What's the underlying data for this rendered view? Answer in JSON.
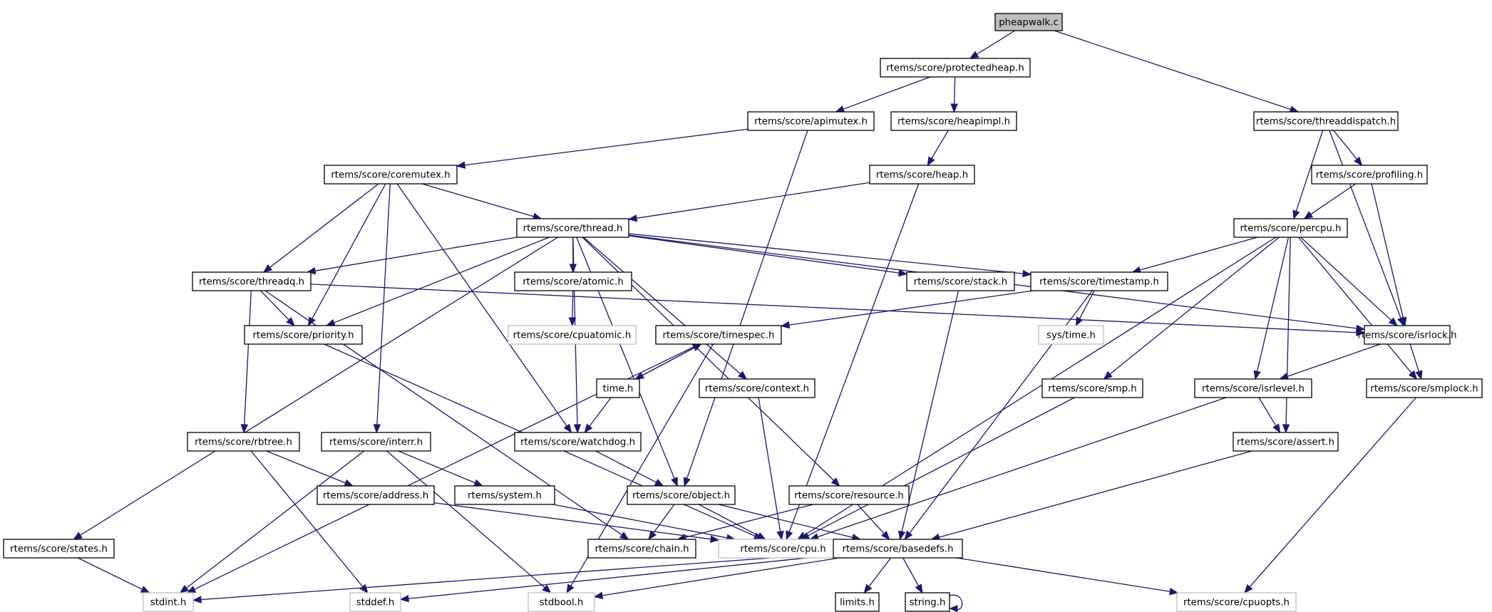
{
  "title": "pheapwalk.c include dependency graph",
  "colors": {
    "edge": "#191970",
    "root_fill": "#bfbfbf",
    "node_border": "#000000",
    "external_border": "#bfbfbf"
  },
  "nodes": [
    {
      "id": "pheapwalk",
      "label": "pheapwalk.c",
      "kind": "root"
    },
    {
      "id": "protectedheap",
      "label": "rtems/score/protectedheap.h",
      "kind": "internal"
    },
    {
      "id": "threaddispatch",
      "label": "rtems/score/threaddispatch.h",
      "kind": "internal"
    },
    {
      "id": "apimutex",
      "label": "rtems/score/apimutex.h",
      "kind": "internal"
    },
    {
      "id": "heapimpl",
      "label": "rtems/score/heapimpl.h",
      "kind": "internal"
    },
    {
      "id": "coremutex",
      "label": "rtems/score/coremutex.h",
      "kind": "internal"
    },
    {
      "id": "heap",
      "label": "rtems/score/heap.h",
      "kind": "internal"
    },
    {
      "id": "profiling",
      "label": "rtems/score/profiling.h",
      "kind": "internal"
    },
    {
      "id": "thread",
      "label": "rtems/score/thread.h",
      "kind": "internal"
    },
    {
      "id": "percpu",
      "label": "rtems/score/percpu.h",
      "kind": "internal"
    },
    {
      "id": "threadq",
      "label": "rtems/score/threadq.h",
      "kind": "internal"
    },
    {
      "id": "atomic",
      "label": "rtems/score/atomic.h",
      "kind": "internal"
    },
    {
      "id": "stack",
      "label": "rtems/score/stack.h",
      "kind": "internal"
    },
    {
      "id": "timestamp",
      "label": "rtems/score/timestamp.h",
      "kind": "internal"
    },
    {
      "id": "priority",
      "label": "rtems/score/priority.h",
      "kind": "internal"
    },
    {
      "id": "cpuatomic",
      "label": "rtems/score/cpuatomic.h",
      "kind": "external"
    },
    {
      "id": "timespec",
      "label": "rtems/score/timespec.h",
      "kind": "internal"
    },
    {
      "id": "systime",
      "label": "sys/time.h",
      "kind": "external"
    },
    {
      "id": "isrlock",
      "label": "rtems/score/isrlock.h",
      "kind": "internal"
    },
    {
      "id": "timeh",
      "label": "time.h",
      "kind": "internal"
    },
    {
      "id": "context",
      "label": "rtems/score/context.h",
      "kind": "internal"
    },
    {
      "id": "smp",
      "label": "rtems/score/smp.h",
      "kind": "internal"
    },
    {
      "id": "isrlevel",
      "label": "rtems/score/isrlevel.h",
      "kind": "internal"
    },
    {
      "id": "smplock",
      "label": "rtems/score/smplock.h",
      "kind": "internal"
    },
    {
      "id": "rbtree",
      "label": "rtems/score/rbtree.h",
      "kind": "internal"
    },
    {
      "id": "interr",
      "label": "rtems/score/interr.h",
      "kind": "internal"
    },
    {
      "id": "watchdog",
      "label": "rtems/score/watchdog.h",
      "kind": "internal"
    },
    {
      "id": "assert",
      "label": "rtems/score/assert.h",
      "kind": "internal"
    },
    {
      "id": "address",
      "label": "rtems/score/address.h",
      "kind": "internal"
    },
    {
      "id": "system",
      "label": "rtems/system.h",
      "kind": "internal"
    },
    {
      "id": "object",
      "label": "rtems/score/object.h",
      "kind": "internal"
    },
    {
      "id": "resource",
      "label": "rtems/score/resource.h",
      "kind": "internal"
    },
    {
      "id": "states",
      "label": "rtems/score/states.h",
      "kind": "internal"
    },
    {
      "id": "chain",
      "label": "rtems/score/chain.h",
      "kind": "internal"
    },
    {
      "id": "cpu",
      "label": "rtems/score/cpu.h",
      "kind": "external"
    },
    {
      "id": "basedefs",
      "label": "rtems/score/basedefs.h",
      "kind": "internal"
    },
    {
      "id": "stdint",
      "label": "stdint.h",
      "kind": "external"
    },
    {
      "id": "stddef",
      "label": "stddef.h",
      "kind": "external"
    },
    {
      "id": "stdbool",
      "label": "stdbool.h",
      "kind": "external"
    },
    {
      "id": "limits",
      "label": "limits.h",
      "kind": "internal"
    },
    {
      "id": "string",
      "label": "string.h",
      "kind": "internal"
    },
    {
      "id": "cpuopts",
      "label": "rtems/score/cpuopts.h",
      "kind": "external"
    }
  ],
  "edges": [
    [
      "pheapwalk",
      "protectedheap"
    ],
    [
      "pheapwalk",
      "threaddispatch"
    ],
    [
      "protectedheap",
      "apimutex"
    ],
    [
      "protectedheap",
      "heapimpl"
    ],
    [
      "apimutex",
      "coremutex"
    ],
    [
      "apimutex",
      "object"
    ],
    [
      "heapimpl",
      "heap"
    ],
    [
      "heap",
      "thread"
    ],
    [
      "heap",
      "cpu"
    ],
    [
      "threaddispatch",
      "percpu"
    ],
    [
      "threaddispatch",
      "profiling"
    ],
    [
      "threaddispatch",
      "isrlock"
    ],
    [
      "profiling",
      "percpu"
    ],
    [
      "profiling",
      "isrlock"
    ],
    [
      "coremutex",
      "thread"
    ],
    [
      "coremutex",
      "threadq"
    ],
    [
      "coremutex",
      "priority"
    ],
    [
      "coremutex",
      "watchdog"
    ],
    [
      "coremutex",
      "interr"
    ],
    [
      "thread",
      "threadq"
    ],
    [
      "thread",
      "atomic"
    ],
    [
      "thread",
      "stack"
    ],
    [
      "thread",
      "timestamp"
    ],
    [
      "thread",
      "priority"
    ],
    [
      "thread",
      "isrlock"
    ],
    [
      "thread",
      "context"
    ],
    [
      "thread",
      "watchdog"
    ],
    [
      "thread",
      "object"
    ],
    [
      "thread",
      "resource"
    ],
    [
      "thread",
      "states"
    ],
    [
      "percpu",
      "timestamp"
    ],
    [
      "percpu",
      "isrlock"
    ],
    [
      "percpu",
      "smp"
    ],
    [
      "percpu",
      "isrlevel"
    ],
    [
      "percpu",
      "assert"
    ],
    [
      "percpu",
      "smplock"
    ],
    [
      "percpu",
      "cpu"
    ],
    [
      "threadq",
      "priority"
    ],
    [
      "threadq",
      "rbtree"
    ],
    [
      "threadq",
      "chain"
    ],
    [
      "threadq",
      "isrlock"
    ],
    [
      "atomic",
      "cpuatomic"
    ],
    [
      "stack",
      "basedefs"
    ],
    [
      "timestamp",
      "timespec"
    ],
    [
      "timestamp",
      "systime"
    ],
    [
      "timestamp",
      "basedefs"
    ],
    [
      "priority",
      "cpu"
    ],
    [
      "timespec",
      "timeh"
    ],
    [
      "timespec",
      "stdint"
    ],
    [
      "timespec",
      "stdbool"
    ],
    [
      "timeh",
      "timespec"
    ],
    [
      "timeh",
      "watchdog"
    ],
    [
      "context",
      "cpu"
    ],
    [
      "isrlock",
      "isrlevel"
    ],
    [
      "isrlock",
      "smplock"
    ],
    [
      "smp",
      "cpu"
    ],
    [
      "isrlevel",
      "assert"
    ],
    [
      "isrlevel",
      "cpu"
    ],
    [
      "smplock",
      "cpuopts"
    ],
    [
      "assert",
      "basedefs"
    ],
    [
      "rbtree",
      "address"
    ],
    [
      "rbtree",
      "stddef"
    ],
    [
      "interr",
      "system"
    ],
    [
      "interr",
      "stdint"
    ],
    [
      "interr",
      "stdbool"
    ],
    [
      "watchdog",
      "object"
    ],
    [
      "address",
      "cpu"
    ],
    [
      "system",
      "cpu"
    ],
    [
      "object",
      "chain"
    ],
    [
      "object",
      "cpu"
    ],
    [
      "object",
      "basedefs"
    ],
    [
      "resource",
      "chain"
    ],
    [
      "resource",
      "basedefs"
    ],
    [
      "states",
      "stdint"
    ],
    [
      "basedefs",
      "stdint"
    ],
    [
      "basedefs",
      "stddef"
    ],
    [
      "basedefs",
      "stdbool"
    ],
    [
      "basedefs",
      "limits"
    ],
    [
      "basedefs",
      "string"
    ],
    [
      "basedefs",
      "cpuopts"
    ],
    [
      "string",
      "string"
    ]
  ]
}
